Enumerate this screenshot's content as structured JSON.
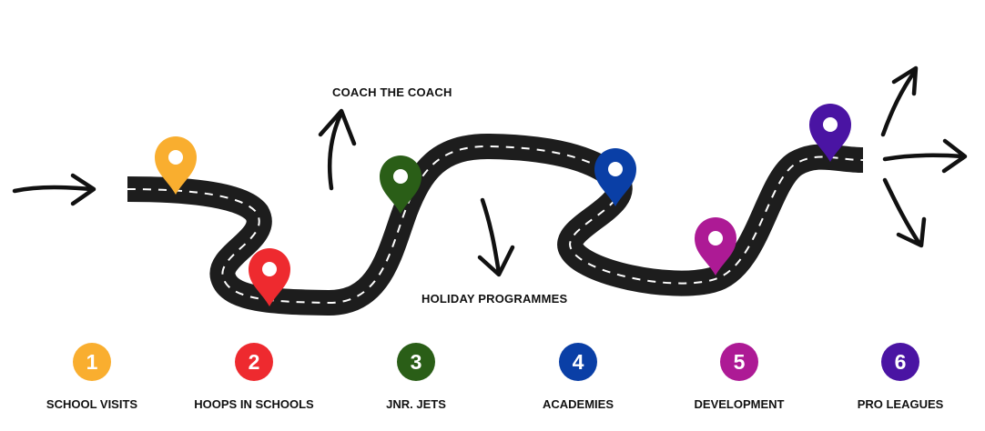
{
  "annotations": {
    "coach": "COACH THE COACH",
    "holiday": "HOLIDAY PROGRAMMES"
  },
  "steps": [
    {
      "number": "1",
      "label": "SCHOOL VISITS",
      "color": "#F9AE2F"
    },
    {
      "number": "2",
      "label": "HOOPS IN SCHOOLS",
      "color": "#EE2A2F"
    },
    {
      "number": "3",
      "label": "JNR. JETS",
      "color": "#2A5E17"
    },
    {
      "number": "4",
      "label": "ACADEMIES",
      "color": "#0A3FA6"
    },
    {
      "number": "5",
      "label": "DEVELOPMENT",
      "color": "#AD1A95"
    },
    {
      "number": "6",
      "label": "PRO LEAGUES",
      "color": "#4A14A3"
    }
  ]
}
